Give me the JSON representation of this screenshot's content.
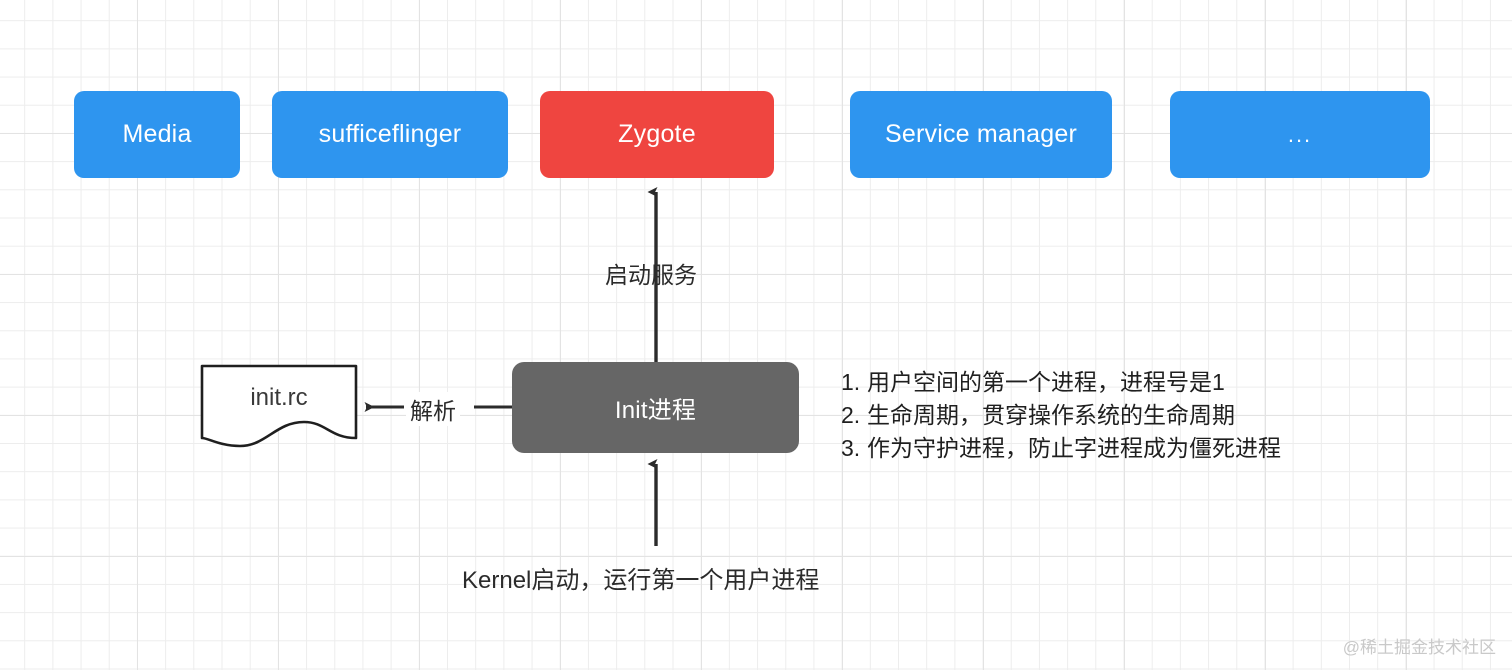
{
  "diagram": {
    "title": "Android Init process startup diagram",
    "colors": {
      "blue": "#2e95ef",
      "red": "#ef4540",
      "gray": "#666666",
      "arrow": "#2b2b2b",
      "grid": "#ededed",
      "watermark": "#c9c9c9"
    },
    "top_row_nodes": [
      {
        "id": "media",
        "label": "Media",
        "color": "blue"
      },
      {
        "id": "sufficeflinger",
        "label": "sufficeflinger",
        "color": "blue"
      },
      {
        "id": "zygote",
        "label": "Zygote",
        "color": "red"
      },
      {
        "id": "service_manager",
        "label": "Service manager",
        "color": "blue"
      },
      {
        "id": "ellipsis",
        "label": "...",
        "color": "blue"
      }
    ],
    "init_node": {
      "label": "Init进程",
      "color": "gray"
    },
    "file_node": {
      "label": "init.rc",
      "shape": "document"
    },
    "edges": [
      {
        "id": "init-to-zygote",
        "label": "启动服务",
        "from": "init",
        "to": "zygote",
        "direction": "up"
      },
      {
        "id": "init-to-initrc",
        "label": "解析",
        "from": "init",
        "to": "init.rc",
        "direction": "left"
      },
      {
        "id": "kernel-to-init",
        "label": "",
        "from": "kernel",
        "to": "init",
        "direction": "up"
      }
    ],
    "caption": "Kernel启动，运行第一个用户进程",
    "notes": [
      {
        "num": "1.",
        "text": "用户空间的第一个进程，进程号是1"
      },
      {
        "num": "2.",
        "text": "生命周期，贯穿操作系统的生命周期"
      },
      {
        "num": "3.",
        "text": "作为守护进程，防止字进程成为僵死进程"
      }
    ],
    "watermark": "@稀土掘金技术社区"
  }
}
